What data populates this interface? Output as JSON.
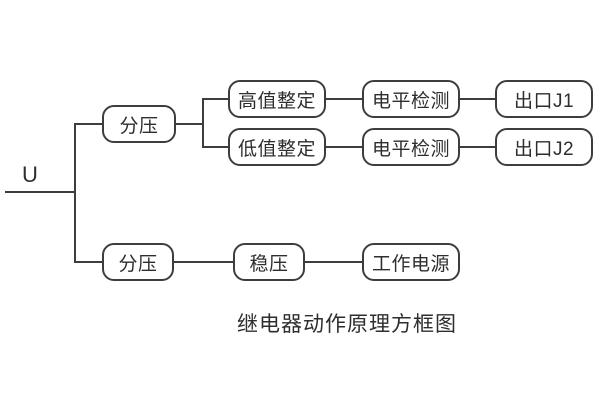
{
  "diagram": {
    "input_label": "U",
    "caption": "继电器动作原理方框图",
    "colors": {
      "line": "#3d3d3d",
      "text": "#2e2e2e",
      "background": "#ffffff"
    },
    "nodes": [
      {
        "id": "voltage-divider-upper",
        "label": "分压"
      },
      {
        "id": "high-value-setting",
        "label": "高值整定"
      },
      {
        "id": "low-value-setting",
        "label": "低值整定"
      },
      {
        "id": "level-detection-1",
        "label": "电平检测"
      },
      {
        "id": "level-detection-2",
        "label": "电平检测"
      },
      {
        "id": "output-j1",
        "label": "出口J1"
      },
      {
        "id": "output-j2",
        "label": "出口J2"
      },
      {
        "id": "voltage-divider-lower",
        "label": "分压"
      },
      {
        "id": "voltage-regulator",
        "label": "稳压"
      },
      {
        "id": "working-power-supply",
        "label": "工作电源"
      }
    ]
  }
}
